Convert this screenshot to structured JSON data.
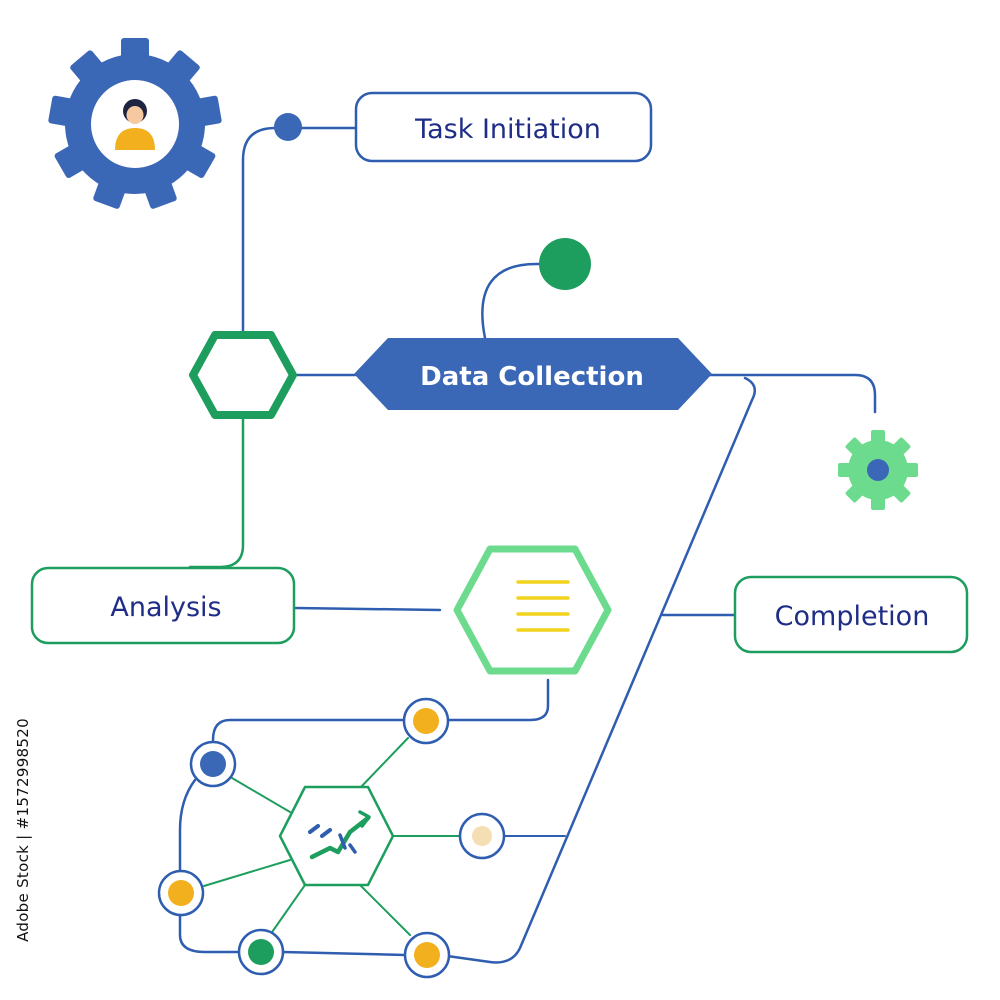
{
  "colors": {
    "blue": "#3A67B6",
    "line_blue": "#2F5DB0",
    "green": "#1E9E5E",
    "light_green": "#6DDB8E",
    "orange": "#F2B01E",
    "yellow": "#F2D41F",
    "text_navy": "#1F2D86",
    "pale_peach": "#F6DEB4"
  },
  "nodes": {
    "task_initiation": "Task Initiation",
    "data_collection": "Data Collection",
    "analysis": "Analysis",
    "completion": "Completion"
  },
  "icons": {
    "main_gear": "gear-user-icon",
    "small_gear": "gear-icon",
    "document": "document-lines-icon",
    "chart": "trend-chart-icon"
  },
  "watermark": {
    "stock_id": "Adobe Stock | #1572998520"
  }
}
